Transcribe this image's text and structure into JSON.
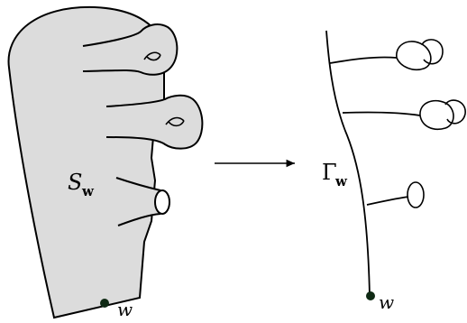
{
  "left_surface": {
    "label_main": "S",
    "label_sub": "w",
    "basepoint_label": "w"
  },
  "map_arrow": {
    "direction": "right"
  },
  "right_graph": {
    "label_main": "Γ",
    "label_sub": "w",
    "basepoint_label": "w"
  },
  "colors": {
    "surface_fill": "#dcdcdc",
    "stroke": "#000000",
    "basepoint": "#0f2a14"
  }
}
